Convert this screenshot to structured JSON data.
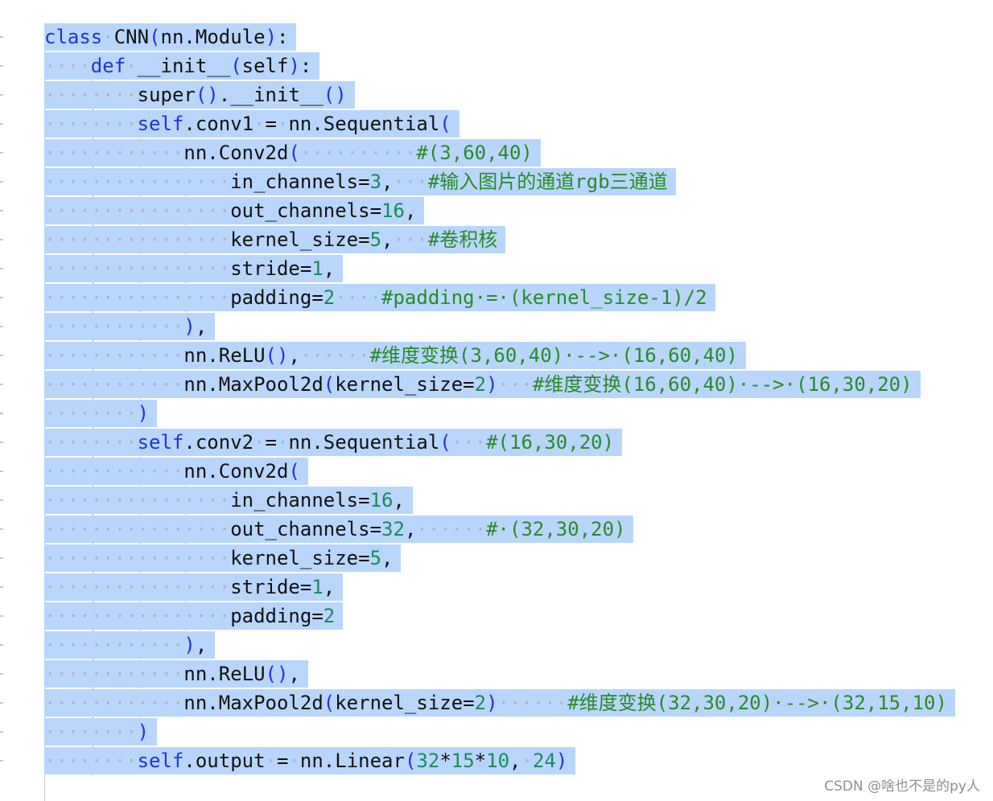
{
  "editor": {
    "lines": [
      {
        "indent": "",
        "tokens": [
          {
            "t": "kw",
            "v": "class"
          },
          {
            "t": "ws",
            "v": "·"
          },
          {
            "t": "tx",
            "v": "CNN"
          },
          {
            "t": "paren",
            "v": "("
          },
          {
            "t": "tx",
            "v": "nn.Module"
          },
          {
            "t": "paren",
            "v": ")"
          },
          {
            "t": "tx",
            "v": ":"
          }
        ]
      },
      {
        "indent": "····",
        "tokens": [
          {
            "t": "kw",
            "v": "def"
          },
          {
            "t": "ws",
            "v": "·"
          },
          {
            "t": "tx",
            "v": "__init__"
          },
          {
            "t": "paren",
            "v": "("
          },
          {
            "t": "tx",
            "v": "self"
          },
          {
            "t": "paren",
            "v": ")"
          },
          {
            "t": "tx",
            "v": ":"
          }
        ]
      },
      {
        "indent": "········",
        "tokens": [
          {
            "t": "tx",
            "v": "super"
          },
          {
            "t": "paren",
            "v": "()"
          },
          {
            "t": "tx",
            "v": ".__init__"
          },
          {
            "t": "paren",
            "v": "()"
          }
        ]
      },
      {
        "indent": "········",
        "tokens": [
          {
            "t": "kw",
            "v": "self"
          },
          {
            "t": "tx",
            "v": ".conv1"
          },
          {
            "t": "ws",
            "v": "·"
          },
          {
            "t": "tx",
            "v": "="
          },
          {
            "t": "ws",
            "v": "·"
          },
          {
            "t": "tx",
            "v": "nn.Sequential"
          },
          {
            "t": "paren",
            "v": "("
          }
        ]
      },
      {
        "indent": "············",
        "tokens": [
          {
            "t": "tx",
            "v": "nn.Conv2d"
          },
          {
            "t": "paren",
            "v": "("
          },
          {
            "t": "ws",
            "v": "··········"
          },
          {
            "t": "cm",
            "v": "#(3,60,40)"
          }
        ]
      },
      {
        "indent": "················",
        "tokens": [
          {
            "t": "tx",
            "v": "in_channels="
          },
          {
            "t": "num",
            "v": "3"
          },
          {
            "t": "tx",
            "v": ","
          },
          {
            "t": "ws",
            "v": "···"
          },
          {
            "t": "cm",
            "v": "#输入图片的通道rgb三通道"
          }
        ]
      },
      {
        "indent": "················",
        "tokens": [
          {
            "t": "tx",
            "v": "out_channels="
          },
          {
            "t": "num",
            "v": "16"
          },
          {
            "t": "tx",
            "v": ","
          }
        ]
      },
      {
        "indent": "················",
        "tokens": [
          {
            "t": "tx",
            "v": "kernel_size="
          },
          {
            "t": "num",
            "v": "5"
          },
          {
            "t": "tx",
            "v": ","
          },
          {
            "t": "ws",
            "v": "···"
          },
          {
            "t": "cm",
            "v": "#卷积核"
          }
        ]
      },
      {
        "indent": "················",
        "tokens": [
          {
            "t": "tx",
            "v": "stride="
          },
          {
            "t": "num",
            "v": "1"
          },
          {
            "t": "tx",
            "v": ","
          }
        ]
      },
      {
        "indent": "················",
        "tokens": [
          {
            "t": "tx",
            "v": "padding="
          },
          {
            "t": "num",
            "v": "2"
          },
          {
            "t": "ws",
            "v": "····"
          },
          {
            "t": "cm",
            "v": "#padding·=·(kernel_size-1)/2"
          }
        ]
      },
      {
        "indent": "············",
        "tokens": [
          {
            "t": "paren",
            "v": ")"
          },
          {
            "t": "tx",
            "v": ","
          }
        ]
      },
      {
        "indent": "············",
        "tokens": [
          {
            "t": "tx",
            "v": "nn.ReLU"
          },
          {
            "t": "paren",
            "v": "()"
          },
          {
            "t": "tx",
            "v": ","
          },
          {
            "t": "ws",
            "v": "······"
          },
          {
            "t": "cm",
            "v": "#维度变换(3,60,40)·-->·(16,60,40)"
          }
        ]
      },
      {
        "indent": "············",
        "tokens": [
          {
            "t": "tx",
            "v": "nn.MaxPool2d"
          },
          {
            "t": "paren",
            "v": "("
          },
          {
            "t": "tx",
            "v": "kernel_size="
          },
          {
            "t": "num",
            "v": "2"
          },
          {
            "t": "paren",
            "v": ")"
          },
          {
            "t": "ws",
            "v": "···"
          },
          {
            "t": "cm",
            "v": "#维度变换(16,60,40)·-->·(16,30,20)"
          }
        ]
      },
      {
        "indent": "········",
        "tokens": [
          {
            "t": "paren",
            "v": ")"
          }
        ]
      },
      {
        "indent": "········",
        "tokens": [
          {
            "t": "kw",
            "v": "self"
          },
          {
            "t": "tx",
            "v": ".conv2"
          },
          {
            "t": "ws",
            "v": "·"
          },
          {
            "t": "tx",
            "v": "="
          },
          {
            "t": "ws",
            "v": "·"
          },
          {
            "t": "tx",
            "v": "nn.Sequential"
          },
          {
            "t": "paren",
            "v": "("
          },
          {
            "t": "ws",
            "v": "···"
          },
          {
            "t": "cm",
            "v": "#(16,30,20)"
          }
        ]
      },
      {
        "indent": "············",
        "tokens": [
          {
            "t": "tx",
            "v": "nn.Conv2d"
          },
          {
            "t": "paren",
            "v": "("
          }
        ]
      },
      {
        "indent": "················",
        "tokens": [
          {
            "t": "tx",
            "v": "in_channels="
          },
          {
            "t": "num",
            "v": "16"
          },
          {
            "t": "tx",
            "v": ","
          }
        ]
      },
      {
        "indent": "················",
        "tokens": [
          {
            "t": "tx",
            "v": "out_channels="
          },
          {
            "t": "num",
            "v": "32"
          },
          {
            "t": "tx",
            "v": ","
          },
          {
            "t": "ws",
            "v": "······"
          },
          {
            "t": "cm",
            "v": "#·(32,30,20)"
          }
        ]
      },
      {
        "indent": "················",
        "tokens": [
          {
            "t": "tx",
            "v": "kernel_size="
          },
          {
            "t": "num",
            "v": "5"
          },
          {
            "t": "tx",
            "v": ","
          }
        ]
      },
      {
        "indent": "················",
        "tokens": [
          {
            "t": "tx",
            "v": "stride="
          },
          {
            "t": "num",
            "v": "1"
          },
          {
            "t": "tx",
            "v": ","
          }
        ]
      },
      {
        "indent": "················",
        "tokens": [
          {
            "t": "tx",
            "v": "padding="
          },
          {
            "t": "num",
            "v": "2"
          }
        ]
      },
      {
        "indent": "············",
        "tokens": [
          {
            "t": "paren",
            "v": ")"
          },
          {
            "t": "tx",
            "v": ","
          }
        ]
      },
      {
        "indent": "············",
        "tokens": [
          {
            "t": "tx",
            "v": "nn.ReLU"
          },
          {
            "t": "paren",
            "v": "()"
          },
          {
            "t": "tx",
            "v": ","
          }
        ]
      },
      {
        "indent": "············",
        "tokens": [
          {
            "t": "tx",
            "v": "nn.MaxPool2d"
          },
          {
            "t": "paren",
            "v": "("
          },
          {
            "t": "tx",
            "v": "kernel_size="
          },
          {
            "t": "num",
            "v": "2"
          },
          {
            "t": "paren",
            "v": ")"
          },
          {
            "t": "ws",
            "v": "······"
          },
          {
            "t": "cm",
            "v": "#维度变换(32,30,20)·-->·(32,15,10)"
          }
        ]
      },
      {
        "indent": "········",
        "tokens": [
          {
            "t": "paren",
            "v": ")"
          }
        ]
      },
      {
        "indent": "········",
        "tokens": [
          {
            "t": "kw",
            "v": "self"
          },
          {
            "t": "tx",
            "v": ".output"
          },
          {
            "t": "ws",
            "v": "·"
          },
          {
            "t": "tx",
            "v": "="
          },
          {
            "t": "ws",
            "v": "·"
          },
          {
            "t": "tx",
            "v": "nn.Linear"
          },
          {
            "t": "paren",
            "v": "("
          },
          {
            "t": "num",
            "v": "32"
          },
          {
            "t": "tx",
            "v": "*"
          },
          {
            "t": "num",
            "v": "15"
          },
          {
            "t": "tx",
            "v": "*"
          },
          {
            "t": "num",
            "v": "10"
          },
          {
            "t": "tx",
            "v": ","
          },
          {
            "t": "ws",
            "v": "·"
          },
          {
            "t": "num",
            "v": "24"
          },
          {
            "t": "paren",
            "v": ")"
          }
        ]
      }
    ]
  },
  "watermark": {
    "text": "CSDN @啥也不是的py人"
  },
  "colors": {
    "keyword": "#1f33d6",
    "number": "#1b8a5a",
    "comment": "#2a8a2a",
    "selection": "#b8d6fb",
    "whitespace_dot": "#a9b4c3"
  }
}
